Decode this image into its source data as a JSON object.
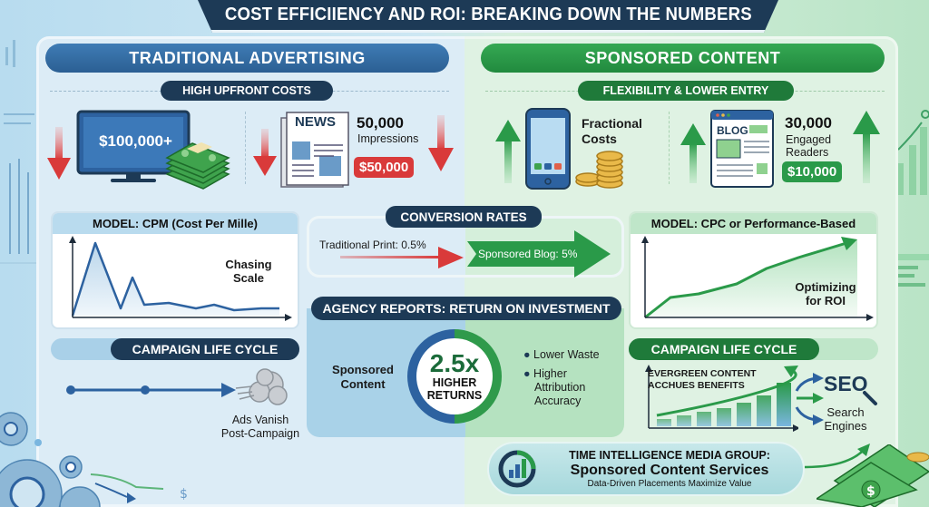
{
  "title": "COST EFFICIIENCY AND ROI: BREAKING DOWN THE NUMBERS",
  "left": {
    "header": "TRADITIONAL ADVERTISING",
    "subheader": "HIGH UPFRONT COSTS",
    "tv_cost": "$100,000+",
    "news_label": "NEWS",
    "impressions_value": "50,000",
    "impressions_label": "Impressions",
    "print_cost": "$50,000",
    "model_title": "MODEL: CPM (Cost Per Mille)",
    "model_note_1": "Chasing",
    "model_note_2": "Scale",
    "lifecycle_title": "CAMPAIGN LIFE CYCLE",
    "lifecycle_note_1": "Ads Vanish",
    "lifecycle_note_2": "Post-Campaign"
  },
  "right": {
    "header": "SPONSORED CONTENT",
    "subheader": "FLEXIBILITY & LOWER ENTRY",
    "fractional_1": "Fractional",
    "fractional_2": "Costs",
    "blog_label": "BLOG",
    "readers_value": "30,000",
    "readers_label_1": "Engaged",
    "readers_label_2": "Readers",
    "blog_cost": "$10,000",
    "model_title": "MODEL: CPC or Performance-Based",
    "model_note_1": "Optimizing",
    "model_note_2": "for ROI",
    "lifecycle_title": "CAMPAIGN LIFE CYCLE",
    "evergreen_1": "EVERGREEN CONTENT",
    "evergreen_2": "ACCHUES BENEFITS",
    "seo_label": "SEO",
    "search_1": "Search",
    "search_2": "Engines"
  },
  "conversion": {
    "title": "CONVERSION RATES",
    "traditional": "Traditional Print: 0.5%",
    "sponsored": "Sponsored Blog: 5%"
  },
  "roi": {
    "title": "AGENCY REPORTS: RETURN ON INVESTMENT",
    "left_label_1": "Sponsored",
    "left_label_2": "Content",
    "multiplier": "2.5x",
    "ring_label_1": "HIGHER",
    "ring_label_2": "RETURNS",
    "bullets": [
      "Lower Waste",
      "Higher",
      "Attribution",
      "Accuracy"
    ]
  },
  "footer": {
    "company": "TIME INTELLIGENCE MEDIA GROUP:",
    "service": "Sponsored Content Services",
    "tagline": "Data-Driven Placements Maximize Value"
  },
  "colors": {
    "navy": "#1d3a56",
    "blue": "#2d62a0",
    "green": "#2a9a49",
    "red": "#d93a3a"
  }
}
